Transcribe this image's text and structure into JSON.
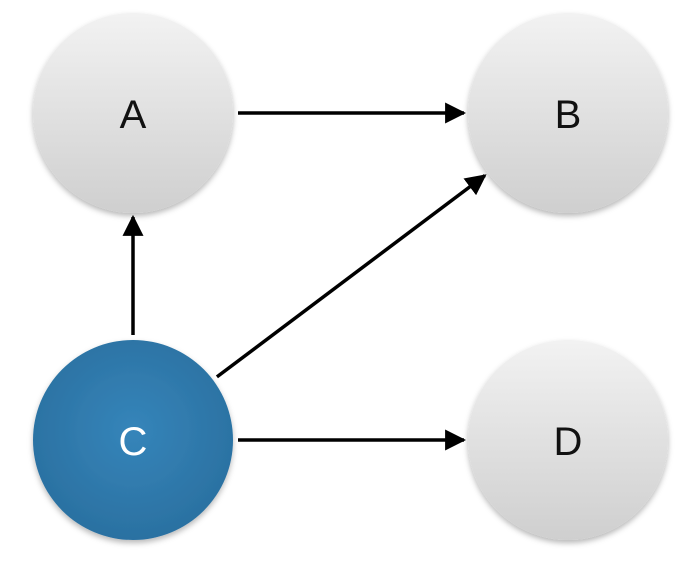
{
  "diagram": {
    "nodes": [
      {
        "id": "A",
        "label": "A",
        "highlighted": false
      },
      {
        "id": "B",
        "label": "B",
        "highlighted": false
      },
      {
        "id": "C",
        "label": "C",
        "highlighted": true
      },
      {
        "id": "D",
        "label": "D",
        "highlighted": false
      }
    ],
    "edges": [
      {
        "from": "A",
        "to": "B"
      },
      {
        "from": "C",
        "to": "A"
      },
      {
        "from": "C",
        "to": "B"
      },
      {
        "from": "C",
        "to": "D"
      }
    ]
  },
  "colors": {
    "node_gradient_top": "#f2f2f2",
    "node_gradient_bottom": "#cfcfcf",
    "highlight_fill": "#2f7aad",
    "label_dark": "#111111",
    "label_light": "#ffffff",
    "edge": "#000000"
  }
}
